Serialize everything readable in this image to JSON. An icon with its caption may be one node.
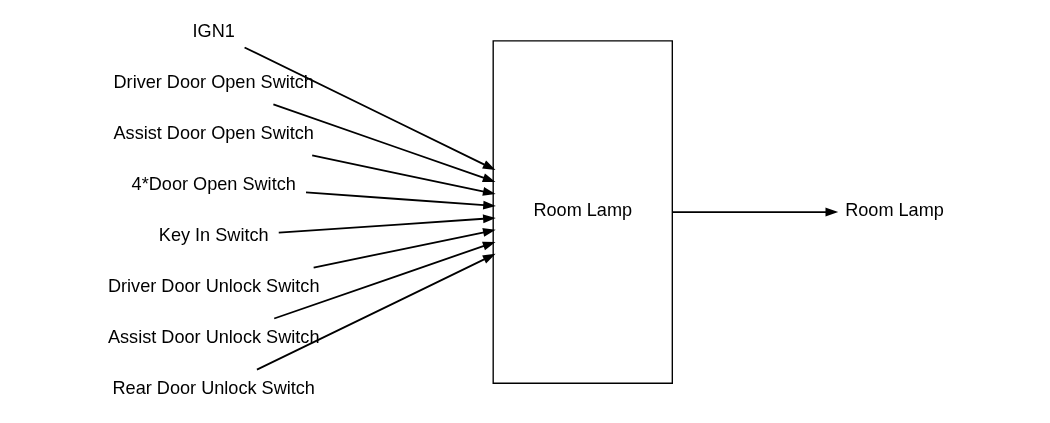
{
  "diagram": {
    "nodes": [
      {
        "text": [
          "IGN1"
        ]
      },
      {
        "text": [
          "Driver Door Open Switch"
        ]
      },
      {
        "text": [
          "Assist Door Open Switch"
        ]
      },
      {
        "text": [
          "4*Door Open Switch"
        ]
      },
      {
        "text": [
          "Key In Switch"
        ]
      },
      {
        "text": [
          "Driver Door Unlock Switch"
        ]
      },
      {
        "text": [
          "Assist Door Unlock Switch"
        ]
      },
      {
        "text": [
          "Rear Door Unlock Switch"
        ]
      },
      {
        "text": [
          "Room Lamp"
        ]
      },
      {
        "text": [
          "Room Lamp"
        ]
      }
    ],
    "edges": [
      {
        "from": 0,
        "to": 8,
        "arrow": "to"
      },
      {
        "from": 1,
        "to": 8,
        "arrow": "to"
      },
      {
        "from": 2,
        "to": 8,
        "arrow": "to"
      },
      {
        "from": 3,
        "to": 8,
        "arrow": "to"
      },
      {
        "from": 4,
        "to": 8,
        "arrow": "to"
      },
      {
        "from": 5,
        "to": 8,
        "arrow": "to"
      },
      {
        "from": 6,
        "to": 8,
        "arrow": "to"
      },
      {
        "from": 7,
        "to": 8,
        "arrow": "to"
      },
      {
        "from": 8,
        "to": 9,
        "arrow": "to"
      }
    ]
  }
}
